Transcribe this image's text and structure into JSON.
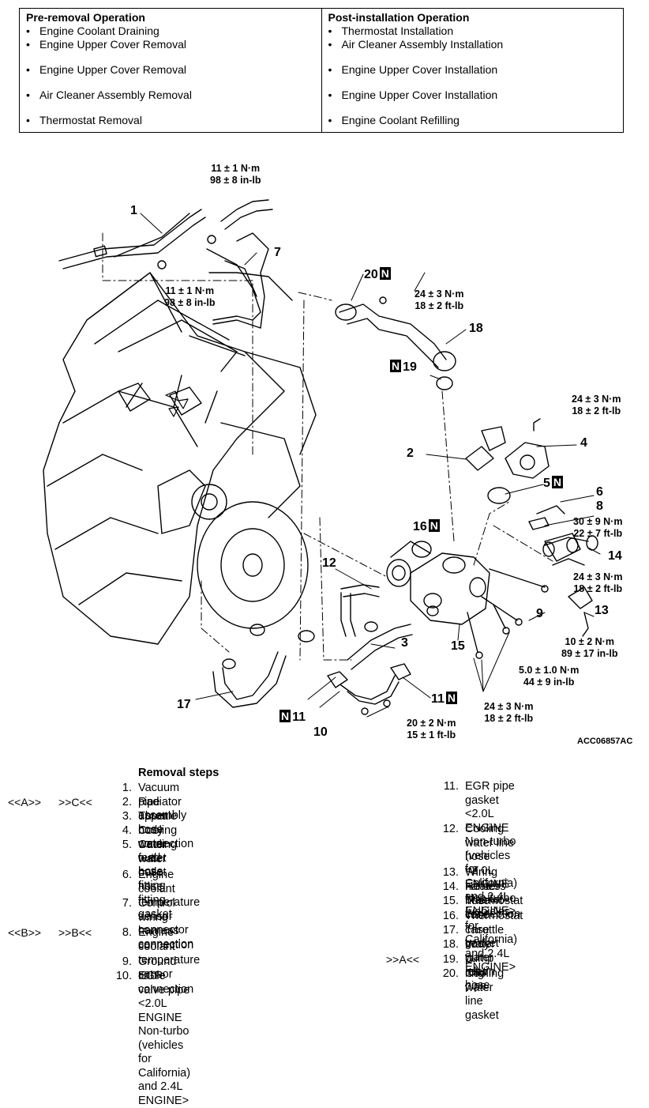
{
  "operations": {
    "pre_header": "Pre-removal Operation",
    "post_header": "Post-installation Operation",
    "pre_items": [
      "Engine Coolant Draining",
      "Engine Upper Cover Removal",
      "Engine Upper Cover Removal",
      "Air Cleaner Assembly Removal",
      "Thermostat Removal"
    ],
    "post_items": [
      "Thermostat Installation",
      "Air Cleaner Assembly Installation",
      "Engine Upper Cover Installation",
      "Engine Upper Cover Installation",
      "Engine Coolant Refilling"
    ]
  },
  "diagram": {
    "figure_id": "ACC06857AC",
    "new_part_marker": "N",
    "callouts": [
      "1",
      "2",
      "3",
      "4",
      "5",
      "6",
      "7",
      "8",
      "9",
      "10",
      "11",
      "11",
      "12",
      "13",
      "14",
      "15",
      "16",
      "17",
      "18",
      "19",
      "20"
    ],
    "torques": [
      [
        "11 ± 1 N·m",
        "98 ± 8 in-lb"
      ],
      [
        "11 ± 1 N·m",
        "98 ± 8 in-lb"
      ],
      [
        "24 ± 3 N·m",
        "18 ± 2 ft-lb"
      ],
      [
        "24 ± 3 N·m",
        "18 ± 2 ft-lb"
      ],
      [
        "30 ± 9 N·m",
        "22 ± 7 ft-lb"
      ],
      [
        "24 ± 3 N·m",
        "18 ± 2 ft-lb"
      ],
      [
        "10 ± 2 N·m",
        "89 ± 17 in-lb"
      ],
      [
        "5.0 ± 1.0 N·m",
        "44 ± 9 in-lb"
      ],
      [
        "24 ± 3 N·m",
        "18 ± 2 ft-lb"
      ],
      [
        "20 ± 2 N·m",
        "15 ± 1 ft-lb"
      ]
    ]
  },
  "removal": {
    "title": "Removal steps",
    "markers": [
      {
        "left": "<<A>>",
        "right": ">>C<<"
      },
      {
        "left": "<<B>>",
        "right": ">>B<<"
      },
      {
        "left": ">>A<<"
      }
    ],
    "steps": [
      {
        "num": "1.",
        "text": "Vacuum pipe assembly"
      },
      {
        "num": "2.",
        "text": "Radiator upper hose connection"
      },
      {
        "num": "3.",
        "text": "Throttle body water feed hose"
      },
      {
        "num": "4.",
        "text": "Cooling water outlet hose fitting"
      },
      {
        "num": "5.",
        "text": [
          "Cooling water outlet hose fitting",
          "gasket"
        ]
      },
      {
        "num": "6.",
        "text": [
          "Engine coolant temperature",
          "sensor connector connection"
        ]
      },
      {
        "num": "7.",
        "text": [
          "Control wiring harness",
          "connection"
        ]
      },
      {
        "num": "8.",
        "text": [
          "Engine coolant temperature",
          "sensor"
        ]
      },
      {
        "num": "9.",
        "text": "Ground cable connection"
      },
      {
        "num": "10.",
        "text": [
          "EGR valve pipe <2.0L ENGINE",
          "Non-turbo (vehicles for California)",
          "and 2.4L ENGINE>"
        ]
      },
      {
        "num": "11.",
        "text": [
          "EGR pipe gasket <2.0L ENGINE",
          "Non-turbo (vehicles for California)",
          "and 2.4L ENGINE>"
        ]
      },
      {
        "num": "12.",
        "text": [
          "Cooling water line hose <2.0L",
          "ENGINE Non-turbo (vehicles for",
          "California) and 2.4L ENGINE>"
        ]
      },
      {
        "num": "13.",
        "text": "Wiring harness bracket"
      },
      {
        "num": "14.",
        "text": "Heater hose connection"
      },
      {
        "num": "15.",
        "text": "Thermostat case"
      },
      {
        "num": "16.",
        "text": "Thermostat case gasket"
      },
      {
        "num": "17.",
        "text": "Throttle body water return hose"
      },
      {
        "num": "18.",
        "text": "Water pump inlet pipe"
      },
      {
        "num": "19.",
        "text": "O-ring"
      },
      {
        "num": "20.",
        "text": "Cooling water line gasket"
      }
    ]
  }
}
